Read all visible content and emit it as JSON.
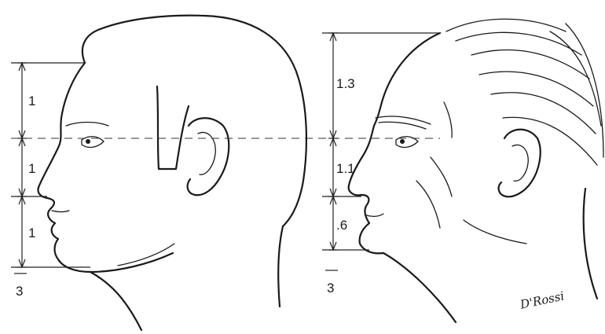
{
  "left_figure": {
    "segments": [
      "1",
      "1",
      "1"
    ],
    "base_value": "3"
  },
  "right_figure": {
    "segments": [
      "1.3",
      "1.1",
      ".6"
    ],
    "base_value": "3"
  },
  "signature": "D'Rossi"
}
